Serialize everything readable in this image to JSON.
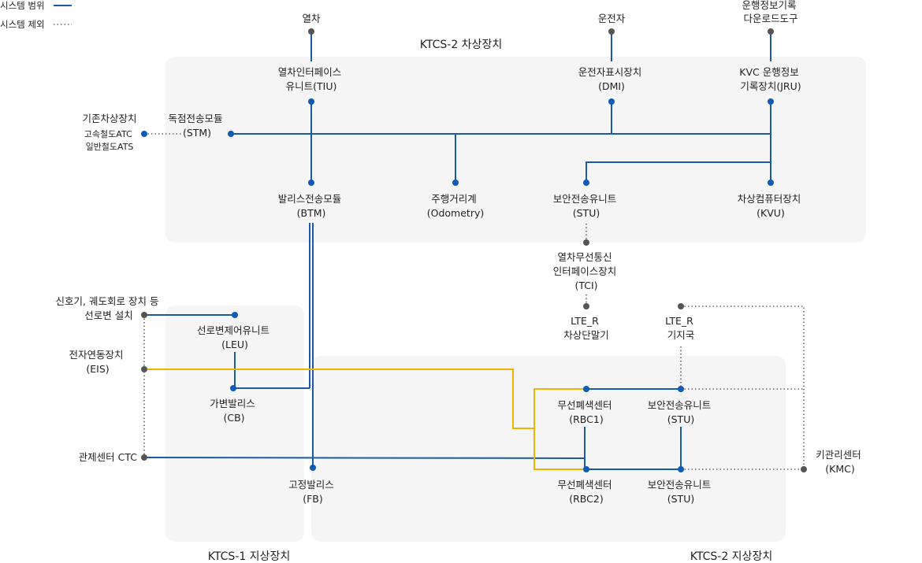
{
  "legend": {
    "in_scope": "시스템 범위",
    "out_scope": "시스템 제외"
  },
  "groups": {
    "onboard": "KTCS-2 차상장치",
    "ktcs1_wayside": "KTCS-1 지상장치",
    "ktcs2_wayside": "KTCS-2 지상장치"
  },
  "nodes": {
    "train": [
      "열차"
    ],
    "driver": [
      "운전자"
    ],
    "jru_tool": [
      "운행정보기록",
      "다운로드도구"
    ],
    "tiu": [
      "열차인터페이스",
      "유니트(TIU)"
    ],
    "dmi": [
      "운전자표시장치",
      "(DMI)"
    ],
    "jru": [
      "KVC 운행정보",
      "기록장치(JRU)"
    ],
    "legacy": [
      "기존차상장치"
    ],
    "legacy_sub": [
      "고속철도ATC",
      "일반철도ATS"
    ],
    "stm": [
      "독점전송모듈",
      "(STM)"
    ],
    "btm": [
      "발리스전송모듈",
      "(BTM)"
    ],
    "odometry": [
      "주행거리계",
      "(Odometry)"
    ],
    "stu_onboard": [
      "보안전송유니트",
      "(STU)"
    ],
    "kvu": [
      "차상컴퓨터장치",
      "(KVU)"
    ],
    "tci": [
      "열차무선통신",
      "인터페이스장치",
      "(TCI)"
    ],
    "lte_terminal": [
      "LTE_R",
      "차상단말기"
    ],
    "lte_station": [
      "LTE_R",
      "기지국"
    ],
    "signal": [
      "신호기, 궤도회로 장치 등",
      "선로변 설치"
    ],
    "leu": [
      "선로변제어유니트",
      "(LEU)"
    ],
    "eis": [
      "전자연동장치",
      "(EIS)"
    ],
    "cb": [
      "가변발리스",
      "(CB)"
    ],
    "ctc": [
      "관제센터 CTC"
    ],
    "fb": [
      "고정발리스",
      "(FB)"
    ],
    "rbc1": [
      "무선폐색센터",
      "(RBC1)"
    ],
    "stu1": [
      "보안전송유니트",
      "(STU)"
    ],
    "rbc2": [
      "무선폐색센터",
      "(RBC2)"
    ],
    "stu2": [
      "보안전송유니트",
      "(STU)"
    ],
    "kmc": [
      "키관리센터",
      "(KMC)"
    ]
  },
  "colors": {
    "in_scope_line": "#1b5aa6",
    "out_scope_line": "#666666",
    "signal_line": "#f2b200",
    "panel": "#f5f5f5"
  }
}
